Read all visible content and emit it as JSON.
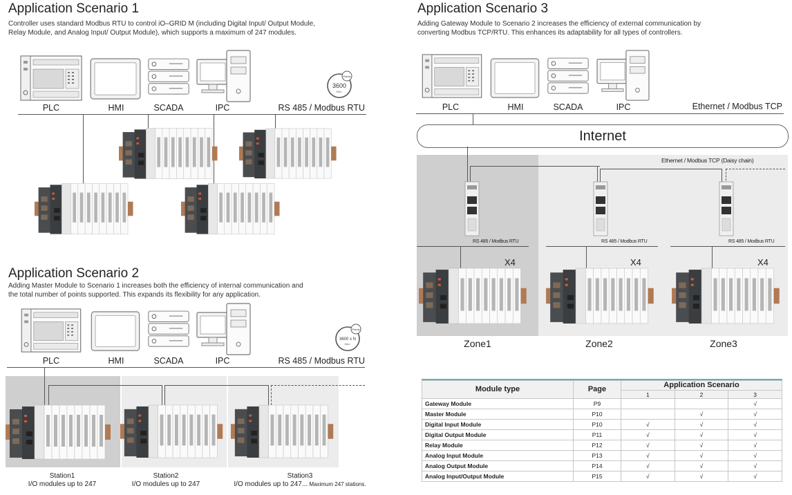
{
  "scenario1": {
    "title": "Application Scenario 1",
    "desc_line1": "Controller uses standard Modbus RTU to control iO–GRID M (including Digital Input/ Output Module,",
    "desc_line2": "Relay Module, and Analog Input/ Output Module), which supports a maximum of 247 modules.",
    "devices": [
      "PLC",
      "HMI",
      "SCADA",
      "IPC"
    ],
    "bus_label": "RS 485 / Modbus RTU",
    "badge_value": "3600",
    "badge_small": "Points",
    "badge_max": "Max."
  },
  "scenario2": {
    "title": "Application Scenario 2",
    "desc_line1": "Adding Master Module to Scenario 1 increases both the efficiency of internal communication and",
    "desc_line2": "the total number of points supported. This expands its flexibility for any application.",
    "devices": [
      "PLC",
      "HMI",
      "SCADA",
      "IPC"
    ],
    "bus_label": "RS 485 / Modbus RTU",
    "badge_value": "3600 x N",
    "badge_small": "Points",
    "badge_max": "Max.",
    "stations": [
      {
        "name": "Station1",
        "detail": "I/O modules up to 247"
      },
      {
        "name": "Station2",
        "detail": "I/O modules up to 247"
      },
      {
        "name": "Station3",
        "detail": "I/O modules up to 247...",
        "extra": " Maximum 247 stations."
      }
    ]
  },
  "scenario3": {
    "title": "Application Scenario 3",
    "desc_line1": "Adding Gateway Module to Scenario 2 increases the efficiency of external communication by",
    "desc_line2": "converting Modbus TCP/RTU. This enhances its adaptability for all types of controllers.",
    "devices": [
      "PLC",
      "HMI",
      "SCADA",
      "IPC"
    ],
    "bus_label": "Ethernet / Modbus TCP",
    "internet": "Internet",
    "daisy_label": "Ethernet / Modbus TCP (Daisy chain)",
    "rtu_label": "RS 485 / Modbus RTU",
    "multiplier": "X4",
    "zones": [
      "Zone1",
      "Zone2",
      "Zone3"
    ]
  },
  "table": {
    "col_module": "Module type",
    "col_page": "Page",
    "col_scenario": "Application Scenario",
    "scenario_numbers": [
      "1",
      "2",
      "3"
    ],
    "check": "√",
    "rows": [
      {
        "name": "Gateway Module",
        "page": "P9",
        "s1": "",
        "s2": "",
        "s3": "√"
      },
      {
        "name": "Master Module",
        "page": "P10",
        "s1": "",
        "s2": "√",
        "s3": "√"
      },
      {
        "name": "Digital Input Module",
        "page": "P10",
        "s1": "√",
        "s2": "√",
        "s3": "√"
      },
      {
        "name": "Digital Output Module",
        "page": "P11",
        "s1": "√",
        "s2": "√",
        "s3": "√"
      },
      {
        "name": "Relay Module",
        "page": "P12",
        "s1": "√",
        "s2": "√",
        "s3": "√"
      },
      {
        "name": "Analog Input Module",
        "page": "P13",
        "s1": "√",
        "s2": "√",
        "s3": "√"
      },
      {
        "name": "Analog Output Module",
        "page": "P14",
        "s1": "√",
        "s2": "√",
        "s3": "√"
      },
      {
        "name": "Analog Input/Output Module",
        "page": "P15",
        "s1": "√",
        "s2": "√",
        "s3": "√"
      }
    ]
  },
  "colors": {
    "table_header_line": "#5fb3b3",
    "zone_shaded": "#cfcfcf",
    "zone_light": "#ececec",
    "module_dark": "#3b3e40",
    "module_light": "#f2f2f2"
  },
  "icons": [
    "plc-icon",
    "hmi-icon",
    "scada-icon",
    "ipc-icon",
    "io-module-stack-icon",
    "gateway-module-icon",
    "points-badge-icon"
  ]
}
